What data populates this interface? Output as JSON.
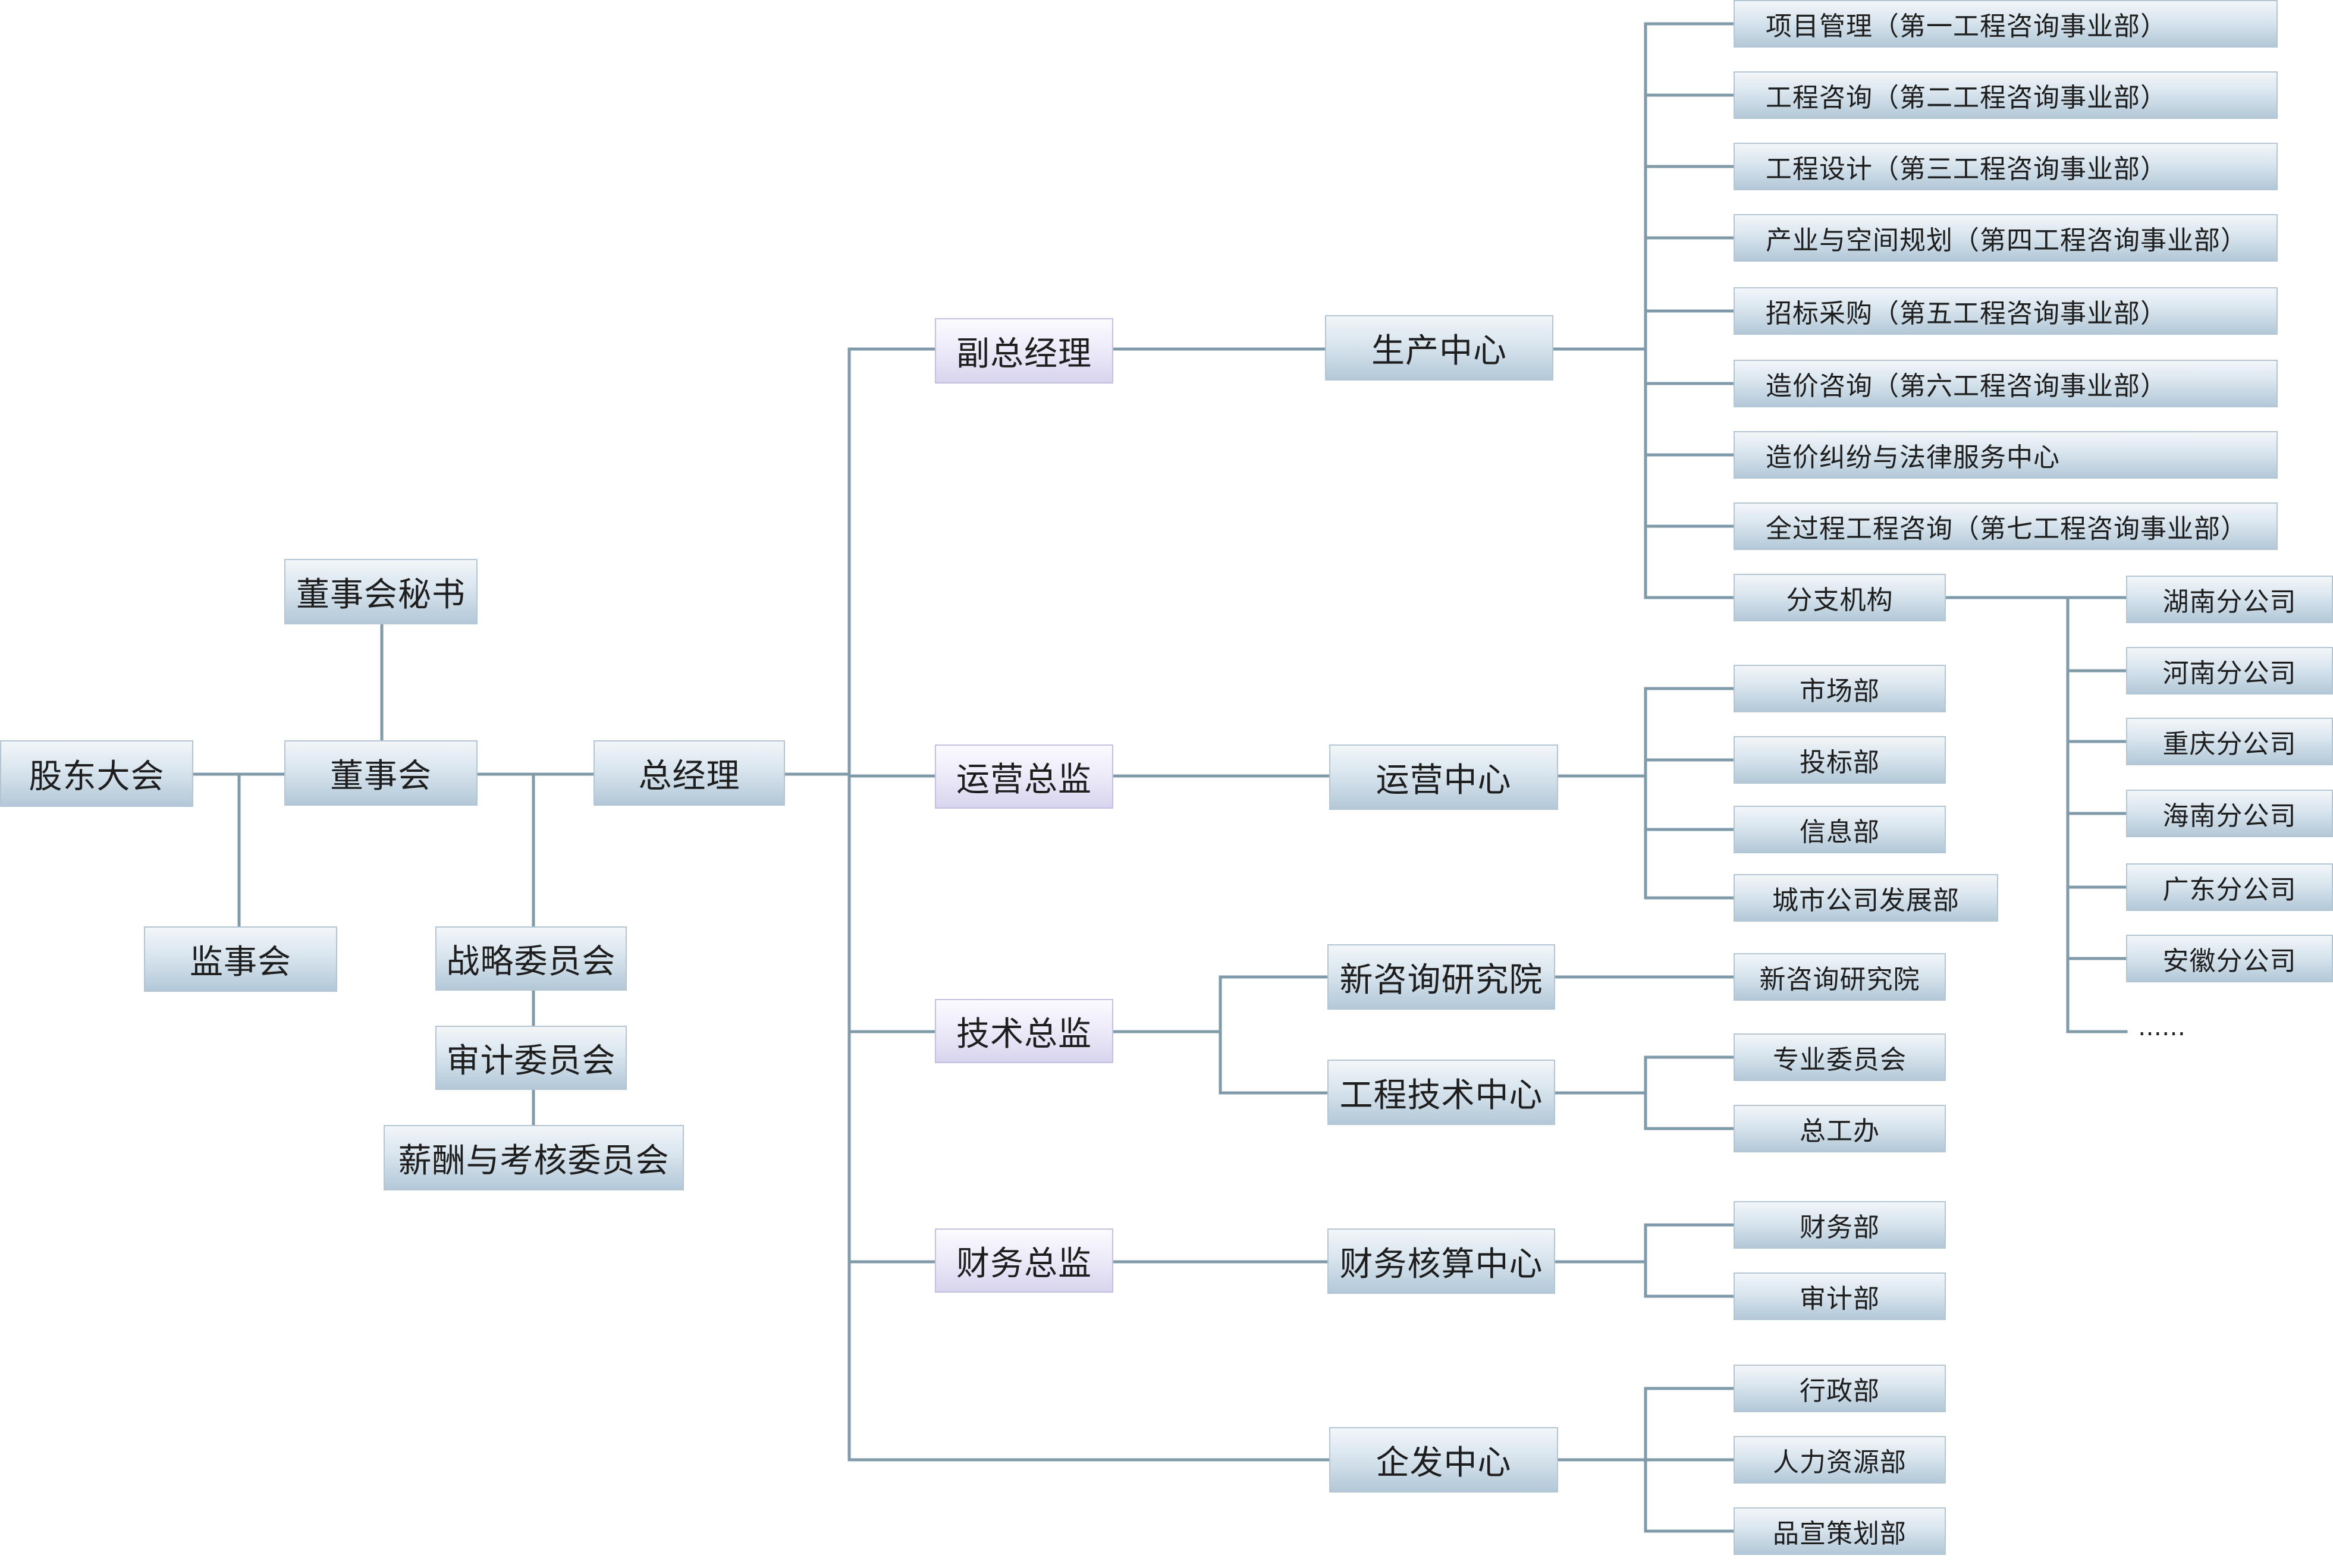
{
  "nodes": {
    "shareholders": "股东大会",
    "board": "董事会",
    "board_secretary": "董事会秘书",
    "supervisors": "监事会",
    "strategy_committee": "战略委员会",
    "audit_committee": "审计委员会",
    "pay_committee": "薪酬与考核委员会",
    "gm": "总经理",
    "deputy_gm": "副总经理",
    "ops_director": "运营总监",
    "tech_director": "技术总监",
    "finance_director": "财务总监",
    "production_center": "生产中心",
    "ops_center": "运营中心",
    "new_consult_institute": "新咨询研究院",
    "eng_tech_center": "工程技术中心",
    "finance_center": "财务核算中心",
    "enterprise_center": "企发中心",
    "prod_1": "项目管理（第一工程咨询事业部）",
    "prod_2": "工程咨询（第二工程咨询事业部）",
    "prod_3": "工程设计（第三工程咨询事业部）",
    "prod_4": "产业与空间规划（第四工程咨询事业部）",
    "prod_5": "招标采购（第五工程咨询事业部）",
    "prod_6": "造价咨询（第六工程咨询事业部）",
    "prod_7": "造价纠纷与法律服务中心",
    "prod_8": "全过程工程咨询（第七工程咨询事业部）",
    "branches": "分支机构",
    "branch_hunan": "湖南分公司",
    "branch_henan": "河南分公司",
    "branch_chongqing": "重庆分公司",
    "branch_hainan": "海南分公司",
    "branch_guangdong": "广东分公司",
    "branch_anhui": "安徽分公司",
    "branch_more": "……",
    "market_dept": "市场部",
    "bid_dept": "投标部",
    "info_dept": "信息部",
    "city_dev_dept": "城市公司发展部",
    "new_consult_institute_leaf": "新咨询研究院",
    "expert_committee": "专业委员会",
    "chief_engineer_office": "总工办",
    "finance_dept": "财务部",
    "audit_dept": "审计部",
    "admin_dept": "行政部",
    "hr_dept": "人力资源部",
    "quality_dept": "品宣策划部"
  },
  "colors": {
    "line": "#7f9aa8",
    "box_border": "#b4c6d4",
    "box_fill_light": "#f2f6f9",
    "box_fill_dark": "#b3c8d8",
    "director_fill": "#eceaf8"
  }
}
